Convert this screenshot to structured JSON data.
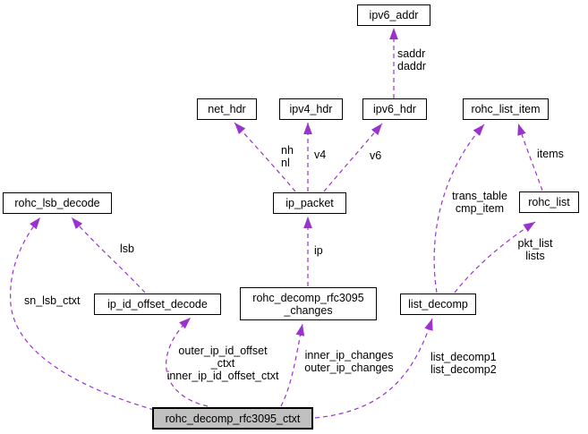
{
  "diagram": {
    "colors": {
      "bg": "#ffffff",
      "edge-color": "#9a32cd",
      "node-border": "#000000",
      "node-fill": "#ffffff",
      "highlight-fill": "#c0c0c0",
      "text": "#000000"
    },
    "nodes": {
      "ipv6_addr": {
        "label": "ipv6_addr"
      },
      "net_hdr": {
        "label": "net_hdr"
      },
      "ipv4_hdr": {
        "label": "ipv4_hdr"
      },
      "ipv6_hdr": {
        "label": "ipv6_hdr"
      },
      "rohc_list_item": {
        "label": "rohc_list_item"
      },
      "rohc_lsb_decode": {
        "label": "rohc_lsb_decode"
      },
      "ip_packet": {
        "label": "ip_packet"
      },
      "rohc_list": {
        "label": "rohc_list"
      },
      "ip_id_offset_decode": {
        "label": "ip_id_offset_decode"
      },
      "rohc_decomp_rfc3095_changes": {
        "label": "rohc_decomp_rfc3095\n_changes"
      },
      "list_decomp": {
        "label": "list_decomp"
      },
      "rohc_decomp_rfc3095_ctxt": {
        "label": "rohc_decomp_rfc3095_ctxt"
      }
    },
    "edges": [
      {
        "from": "ipv6_hdr",
        "to": "ipv6_addr",
        "label": "saddr\ndaddr"
      },
      {
        "from": "ip_packet",
        "to": "net_hdr",
        "label": "nh\nnl"
      },
      {
        "from": "ip_packet",
        "to": "ipv4_hdr",
        "label": "v4"
      },
      {
        "from": "ip_packet",
        "to": "ipv6_hdr",
        "label": "v6"
      },
      {
        "from": "rohc_list",
        "to": "rohc_list_item",
        "label": "items"
      },
      {
        "from": "list_decomp",
        "to": "rohc_list_item",
        "label": "trans_table\ncmp_item"
      },
      {
        "from": "list_decomp",
        "to": "rohc_list",
        "label": "pkt_list\nlists"
      },
      {
        "from": "ip_id_offset_decode",
        "to": "rohc_lsb_decode",
        "label": "lsb"
      },
      {
        "from": "rohc_decomp_rfc3095_changes",
        "to": "ip_packet",
        "label": "ip"
      },
      {
        "from": "rohc_decomp_rfc3095_ctxt",
        "to": "rohc_lsb_decode",
        "label": "sn_lsb_ctxt"
      },
      {
        "from": "rohc_decomp_rfc3095_ctxt",
        "to": "ip_id_offset_decode",
        "label": "outer_ip_id_offset\n_ctxt\ninner_ip_id_offset_ctxt"
      },
      {
        "from": "rohc_decomp_rfc3095_ctxt",
        "to": "rohc_decomp_rfc3095_changes",
        "label": "inner_ip_changes\nouter_ip_changes"
      },
      {
        "from": "rohc_decomp_rfc3095_ctxt",
        "to": "list_decomp",
        "label": "list_decomp1\nlist_decomp2"
      }
    ]
  }
}
